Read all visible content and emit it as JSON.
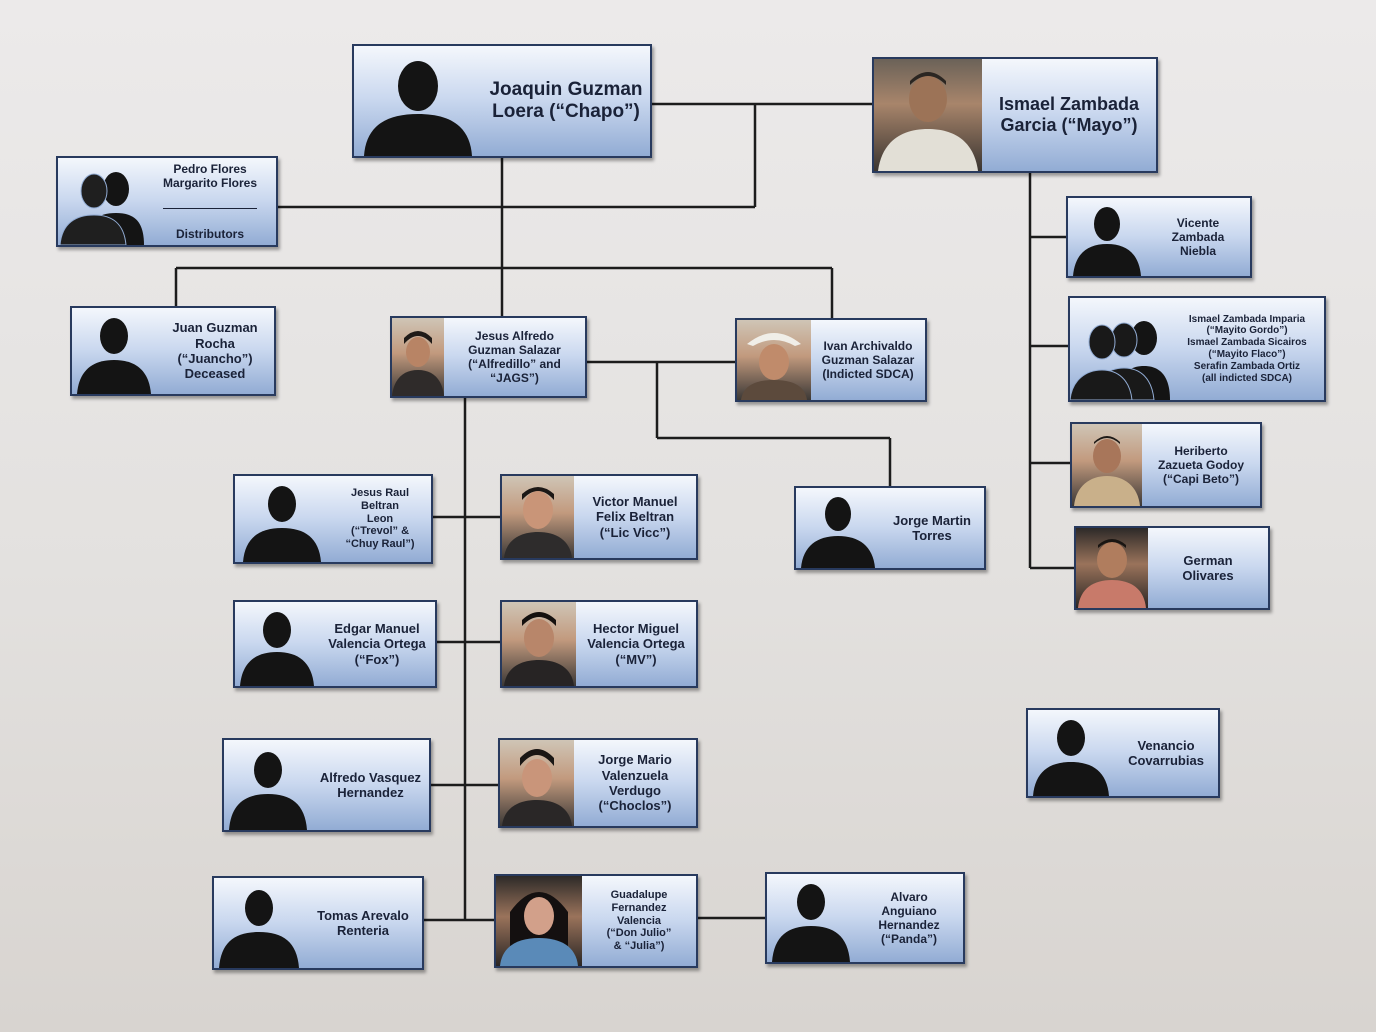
{
  "cards": {
    "chapo": "Joaquin Guzman\nLoera (“Chapo”)",
    "mayo": "Ismael Zambada\nGarcia (“Mayo”)",
    "flores": {
      "names": "Pedro Flores\nMargarito Flores",
      "role": "Distributors"
    },
    "vicente": "Vicente\nZambada\nNiebla",
    "zambada_sons": "Ismael Zambada Imparia\n(“Mayito Gordo”)\nIsmael Zambada Sicairos\n(“Mayito Flaco”)\nSerafin Zambada Ortiz\n(all indicted SDCA)",
    "heriberto": "Heriberto\nZazueta Godoy\n(“Capi Beto”)",
    "german": "German\nOlivares",
    "juan": "Juan Guzman\nRocha\n(“Juancho”)\nDeceased",
    "jesus_alfredo": "Jesus Alfredo\nGuzman Salazar\n(“Alfredillo” and\n“JAGS”)",
    "ivan": "Ivan Archivaldo\nGuzman Salazar\n(Indicted SDCA)",
    "jesus_raul": "Jesus Raul\nBeltran\nLeon\n(“Trevol” &\n“Chuy Raul”)",
    "victor": "Victor Manuel\nFelix Beltran\n(“Lic Vicc”)",
    "jorge_martin": "Jorge Martin\nTorres",
    "edgar": "Edgar Manuel\nValencia Ortega\n(“Fox”)",
    "hector": "Hector Miguel\nValencia Ortega\n(“MV”)",
    "venancio": "Venancio\nCovarrubias",
    "alfredo_vasquez": "Alfredo Vasquez\nHernandez",
    "jorge_mario": "Jorge Mario\nValenzuela\nVerdugo\n(“Choclos”)",
    "tomas": "Tomas Arevalo\nRenteria",
    "guadalupe": "Guadalupe\nFernandez\nValencia\n(“Don Julio”\n& “Julia”)",
    "alvaro": "Alvaro\nAnguiano\nHernandez\n(“Panda”)"
  },
  "icons": [
    "person-silhouette-icon",
    "group-silhouette-icon",
    "photo-portrait"
  ],
  "colors": {
    "card_top": "#f4f7fc",
    "card_bottom": "#92acd4",
    "border": "#283a5e",
    "line": "#1c1c1c"
  }
}
